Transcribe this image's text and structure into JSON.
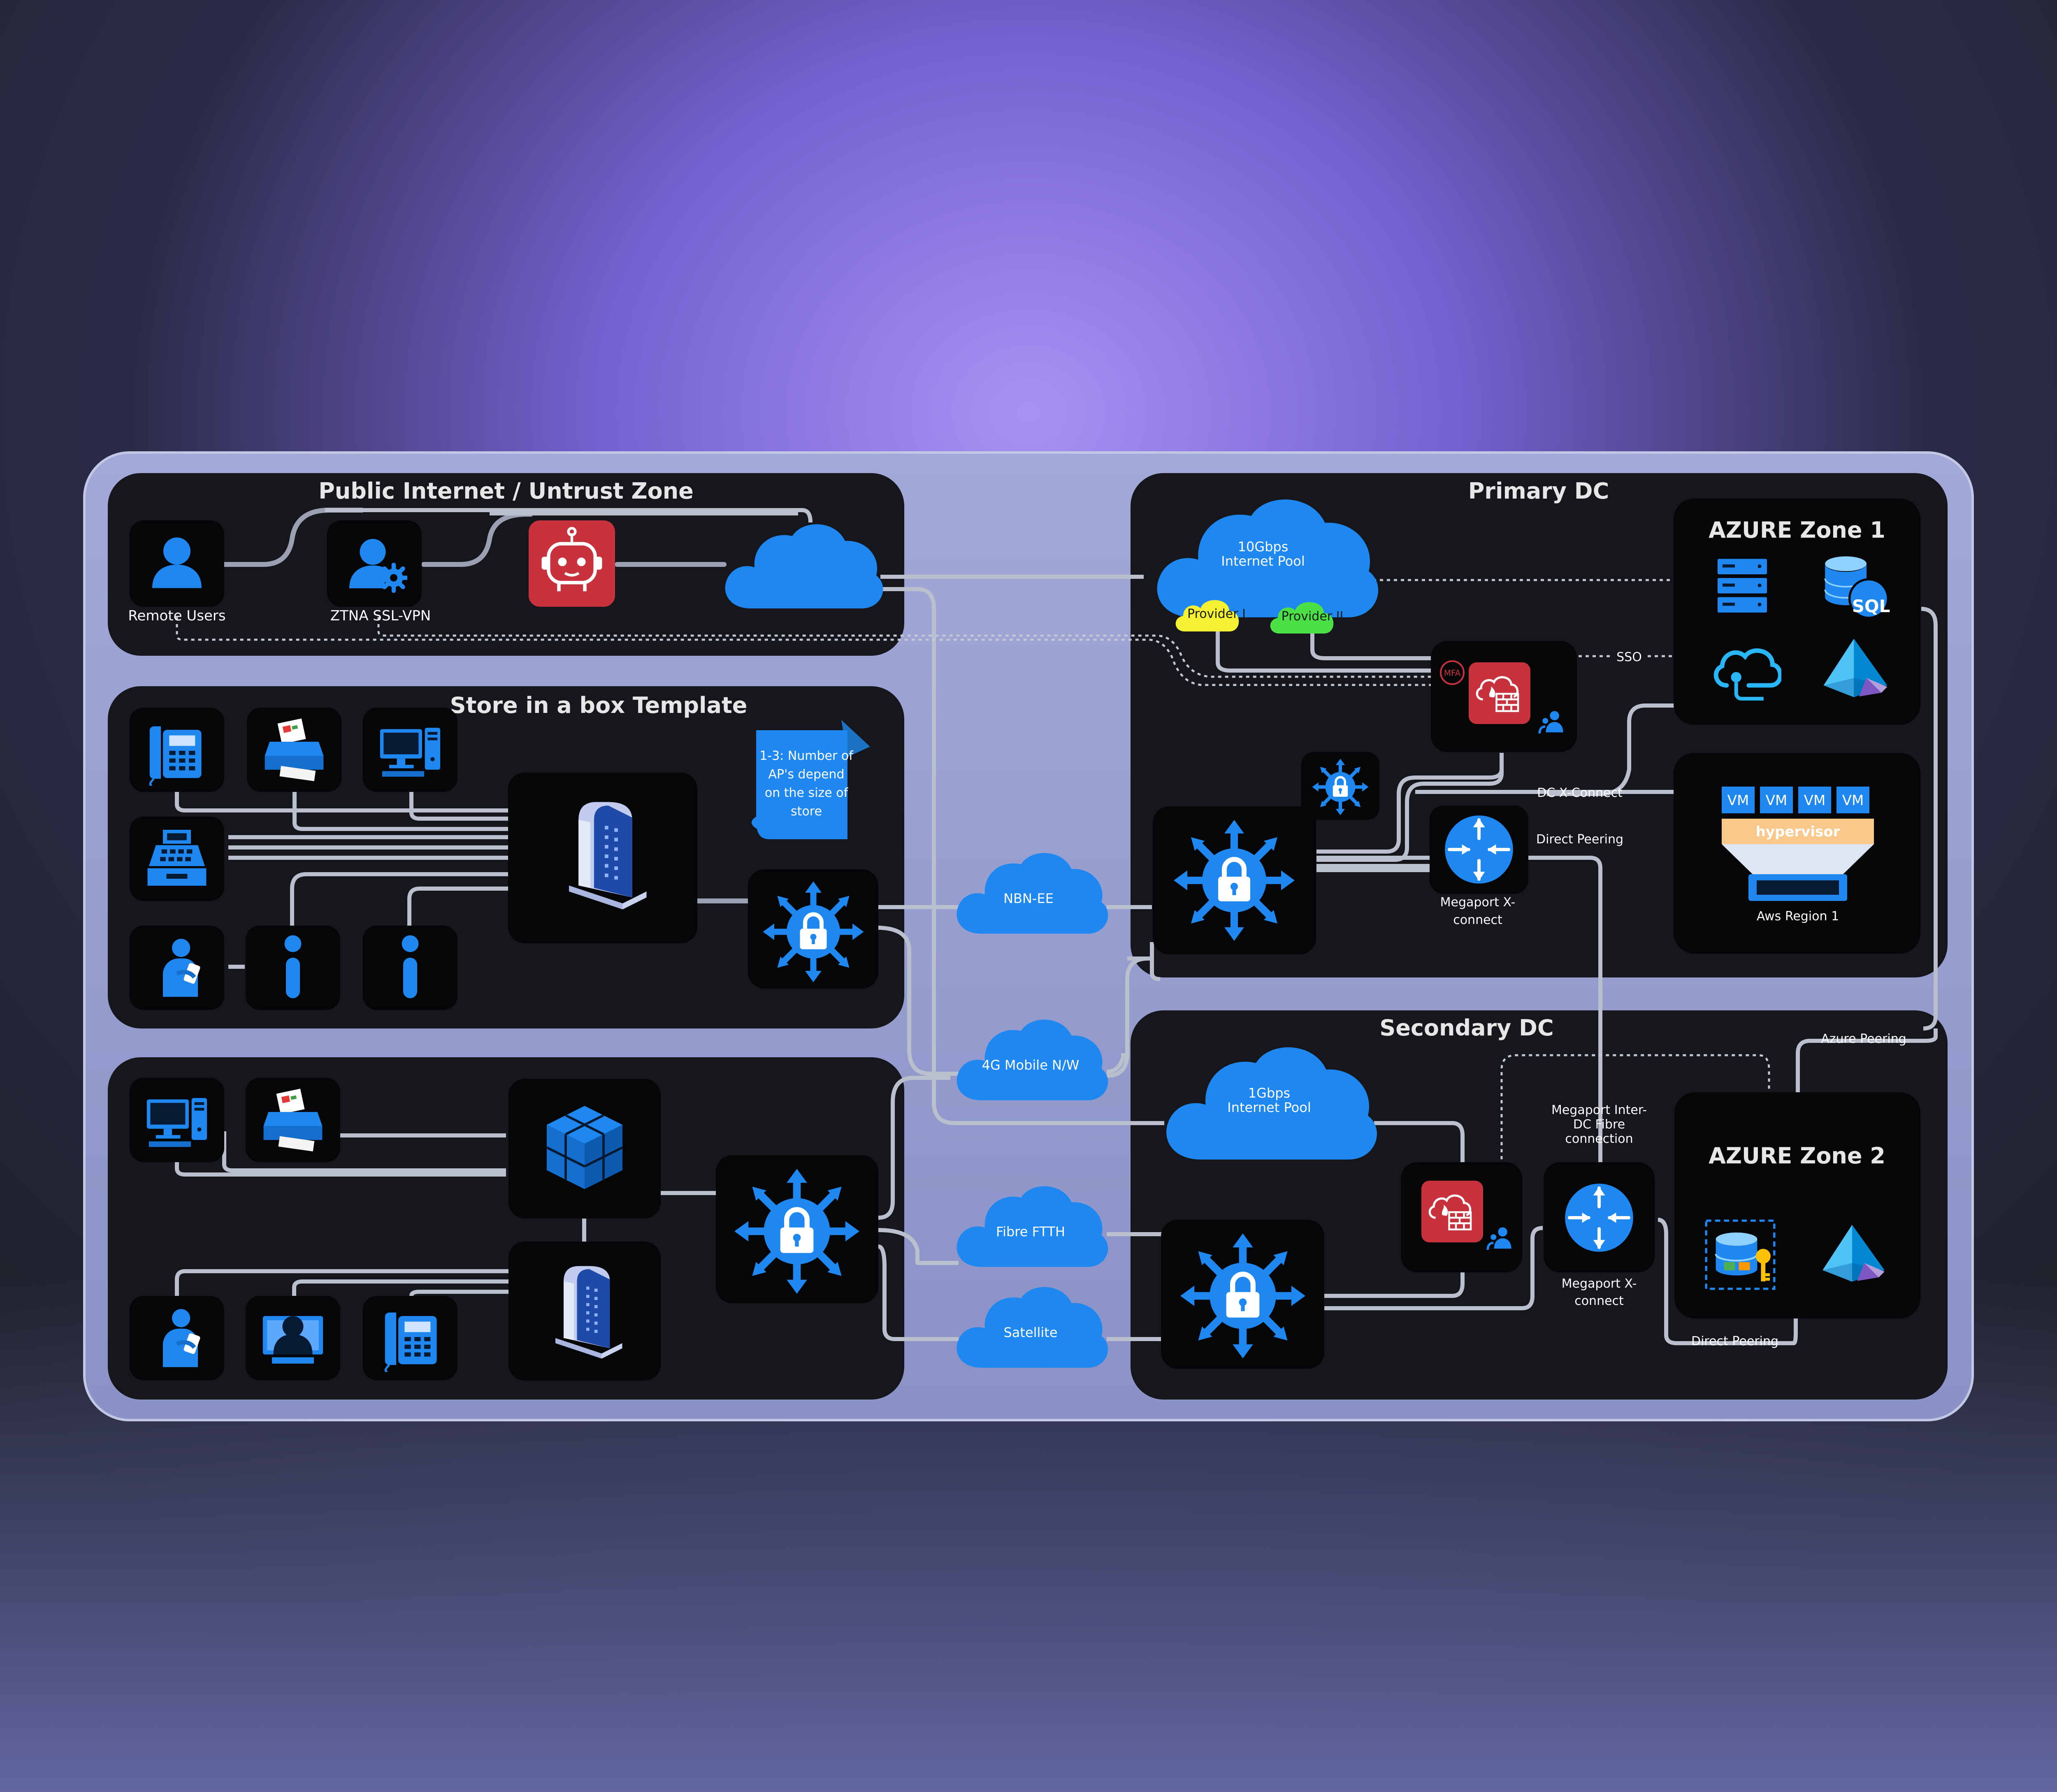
{
  "zones": {
    "public": "Public Internet / Untrust Zone",
    "store": "Store in a box Template",
    "primary": "Primary DC",
    "secondary": "Secondary DC",
    "azure1": "AZURE Zone 1",
    "azure2": "AZURE Zone 2"
  },
  "labels": {
    "remote_users": "Remote Users",
    "ztna": "ZTNA SSL-VPN",
    "note": [
      "1-3: Number of",
      "AP's depend",
      "on the size of",
      "store"
    ],
    "pool10": [
      "10Gbps",
      "Internet Pool"
    ],
    "provider1": "Provider I",
    "provider2": "Provider II",
    "mfa": "MFA",
    "sso": "SSO",
    "dc_xconnect": "DC X-Connect",
    "direct_peering": "Direct Peering",
    "megaport1": [
      "Megaport X-",
      "connect"
    ],
    "vm": "VM",
    "hypervisor": "hypervisor",
    "aws": "Aws Region 1",
    "nbn": "NBN-EE",
    "mobile": "4G Mobile N/W",
    "fibre": "Fibre FTTH",
    "satellite": "Satellite",
    "pool1": [
      "1Gbps",
      "Internet Pool"
    ],
    "inter_dc": [
      "Megaport Inter-",
      "DC Fibre",
      "connection"
    ],
    "megaport2": [
      "Megaport X-",
      "connect"
    ],
    "azure_peering": "Azure Peering",
    "direct_peering2": "Direct Peering",
    "sql": "SQL"
  },
  "colors": {
    "accent": "#1e88f0",
    "panel": "#16171d",
    "tile": "#050608",
    "danger": "#c8323c",
    "glow": "#a892f4",
    "hypervisor": "#f9c88a",
    "provider1": "#f4f132",
    "provider2": "#4ce047"
  }
}
